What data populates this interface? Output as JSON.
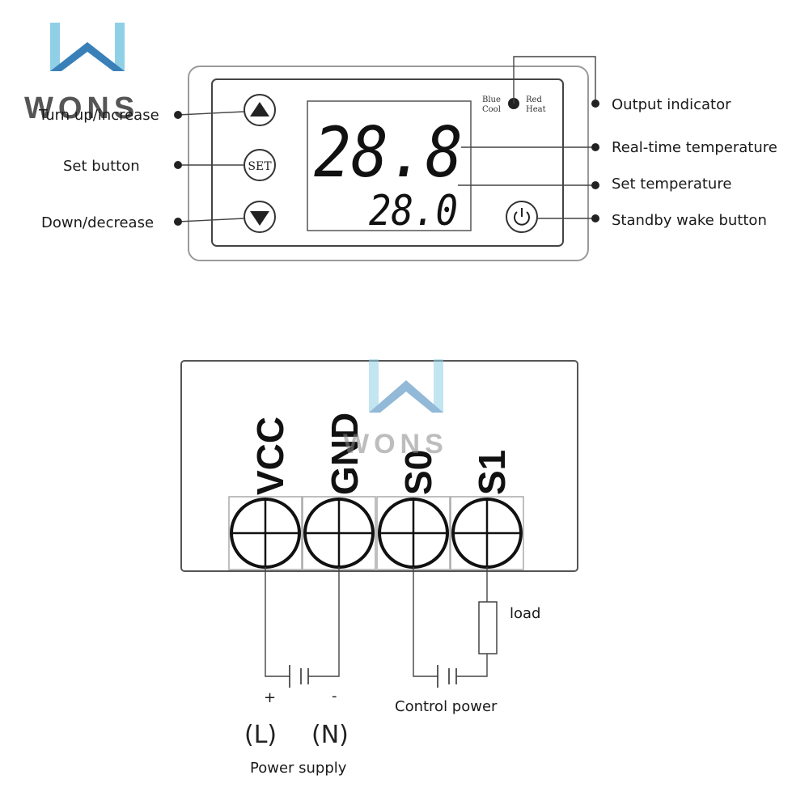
{
  "brand": {
    "name": "WONS",
    "color_light": "#8fd0e6",
    "color_dark": "#3a80b8"
  },
  "panel": {
    "display": {
      "realtime_value": "28.8",
      "set_value": "28.0"
    },
    "buttons": {
      "up_label": "",
      "set_label": "SET",
      "down_label": ""
    },
    "indicator": {
      "blue_line1": "Blue",
      "blue_line2": "Cool",
      "red_line1": "Red",
      "red_line2": "Heat"
    }
  },
  "callouts": {
    "up": "Turn up/increase",
    "set": "Set button",
    "down": "Down/decrease",
    "output": "Output indicator",
    "realtime": "Real-time temperature",
    "settemp": "Set temperature",
    "standby": "Standby wake button"
  },
  "terminals": {
    "labels": [
      "VCC",
      "GND",
      "S0",
      "S1"
    ]
  },
  "wiring": {
    "load": "load",
    "control_power": "Control power",
    "plus": "+",
    "minus": "-",
    "live": "(L)",
    "neutral": "(N)",
    "power_supply": "Power supply"
  }
}
